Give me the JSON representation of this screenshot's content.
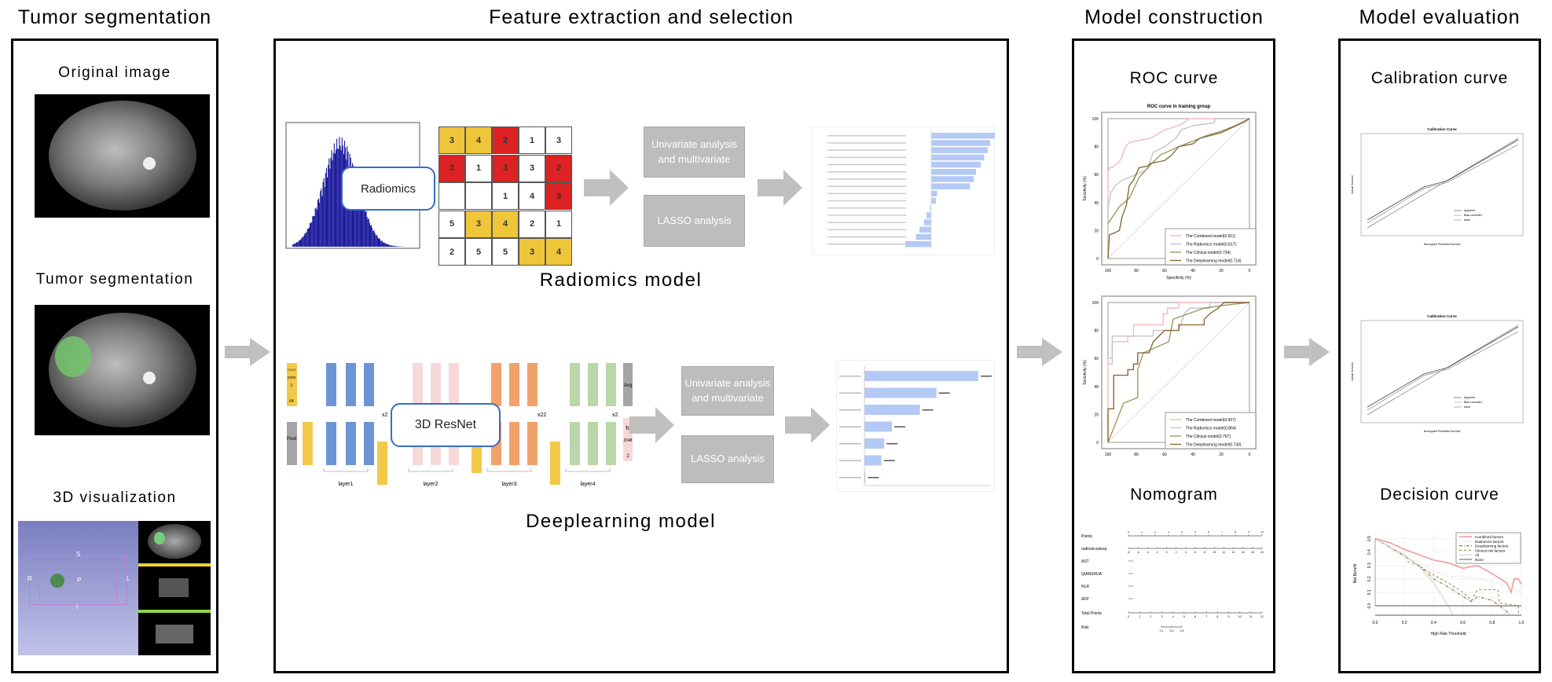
{
  "sections": {
    "segmentation": "Tumor segmentation",
    "features": "Feature extraction and selection",
    "construction": "Model construction",
    "evaluation": "Model evaluation"
  },
  "segmentation_panel": {
    "original": "Original image",
    "segmentation": "Tumor segmentation",
    "visualization": "3D visualization",
    "orientation": {
      "s": "S",
      "r": "R",
      "p": "P",
      "l": "L",
      "i": "I"
    }
  },
  "radiomics": {
    "box_label": "Radiomics",
    "model_label": "Radiomics model",
    "step1": "Univariate analysis and multivariate",
    "step2": "LASSO analysis",
    "grid": [
      [
        "3",
        "4",
        "2",
        "1",
        "3"
      ],
      [
        "3",
        "1",
        "3",
        "3",
        "2"
      ],
      [
        "",
        "",
        "1",
        "4",
        "3"
      ],
      [
        "5",
        "3",
        "4",
        "2",
        "1"
      ],
      [
        "2",
        "5",
        "5",
        "3",
        "4"
      ]
    ],
    "grid_colors": [
      [
        "Y",
        "Y",
        "R",
        "W",
        "W"
      ],
      [
        "R",
        "W",
        "R",
        "W",
        "R"
      ],
      [
        "W",
        "W",
        "W",
        "W",
        "R"
      ],
      [
        "W",
        "Y",
        "Y",
        "W",
        "W"
      ],
      [
        "W",
        "W",
        "W",
        "Y",
        "Y"
      ]
    ],
    "colors": {
      "Y": "#efc53a",
      "R": "#dc2222",
      "W": "#ffffff",
      "hist": "#1a1a9c",
      "bar": "#b4c9f5"
    },
    "coefficients": [
      0.55,
      0.5,
      0.48,
      0.45,
      0.42,
      0.38,
      0.36,
      0.33,
      0.05,
      0.04,
      -0.01,
      -0.04,
      -0.06,
      -0.1,
      -0.13,
      -0.22
    ]
  },
  "deeplearning": {
    "box_label": "3D ResNet",
    "model_label": "Deeplearning model",
    "step1": "Univariate analysis and multivariate",
    "step2": "LASSO analysis",
    "importance": [
      2.07,
      1.31,
      1.01,
      0.5,
      0.36,
      0.31,
      0.02
    ],
    "resnet": {
      "stem": [
        "7x7x7",
        "conv",
        "1",
        "64"
      ],
      "pool": "Pool",
      "avg": "Avg",
      "fc": [
        "fc",
        "2048",
        "2"
      ],
      "repeats": [
        "x2",
        "x22",
        "x2"
      ],
      "layers": [
        "layer1",
        "layer2",
        "layer3",
        "layer4"
      ]
    }
  },
  "construction_panel": {
    "roc_title": "ROC curve",
    "roc_plot_title": "ROC curve in training group",
    "nomogram_title": "Nomogram",
    "xlabel": "Specificity (%)",
    "ylabel": "Sensitivity (%)",
    "x_ticks": [
      "100",
      "80",
      "60",
      "40",
      "20",
      "0"
    ],
    "y_ticks": [
      "0",
      "20",
      "40",
      "60",
      "80",
      "100"
    ],
    "series_colors": [
      "#f8b8b8",
      "#c4c4c4",
      "#9b9a60",
      "#8b6a3a"
    ],
    "roc_train": {
      "legend": [
        "The Combined model(0.911)",
        "The Radiomics model(0.817)",
        "The Clinical model(0.734)",
        "The Deeplearning model(0.714)"
      ],
      "curves": [
        [
          [
            100,
            0
          ],
          [
            100,
            62
          ],
          [
            99,
            65
          ],
          [
            97,
            65
          ],
          [
            95,
            67
          ],
          [
            92,
            69
          ],
          [
            90,
            73
          ],
          [
            88,
            79
          ],
          [
            85,
            83
          ],
          [
            80,
            84
          ],
          [
            70,
            86
          ],
          [
            65,
            89
          ],
          [
            60,
            92
          ],
          [
            50,
            95
          ],
          [
            45,
            98
          ],
          [
            43,
            100
          ],
          [
            0,
            100
          ]
        ],
        [
          [
            100,
            0
          ],
          [
            100,
            37
          ],
          [
            98,
            47
          ],
          [
            95,
            52
          ],
          [
            90,
            56
          ],
          [
            80,
            60
          ],
          [
            72,
            64
          ],
          [
            68,
            76
          ],
          [
            60,
            80
          ],
          [
            52,
            86
          ],
          [
            48,
            92
          ],
          [
            40,
            95
          ],
          [
            25,
            97
          ],
          [
            24,
            100
          ],
          [
            0,
            100
          ]
        ],
        [
          [
            100,
            25
          ],
          [
            92,
            37
          ],
          [
            85,
            43
          ],
          [
            78,
            58
          ],
          [
            70,
            67
          ],
          [
            63,
            74
          ],
          [
            50,
            80
          ],
          [
            40,
            84
          ],
          [
            30,
            88
          ],
          [
            20,
            91
          ],
          [
            10,
            95
          ],
          [
            0,
            100
          ]
        ],
        [
          [
            100,
            0
          ],
          [
            99,
            17
          ],
          [
            96,
            18
          ],
          [
            92,
            20
          ],
          [
            90,
            30
          ],
          [
            87,
            38
          ],
          [
            85,
            52
          ],
          [
            82,
            56
          ],
          [
            78,
            65
          ],
          [
            72,
            66
          ],
          [
            70,
            68
          ],
          [
            60,
            70
          ],
          [
            55,
            74
          ],
          [
            50,
            80
          ],
          [
            40,
            82
          ],
          [
            35,
            86
          ],
          [
            20,
            90
          ],
          [
            5,
            97
          ],
          [
            0,
            100
          ]
        ]
      ]
    },
    "roc_test": {
      "legend": [
        "The Combined model(0.907)",
        "The Radiomics model(0.864)",
        "The Clinical model(0.767)",
        "The Deeplearning model(0.730)"
      ],
      "curves": [
        [
          [
            100,
            0
          ],
          [
            100,
            60
          ],
          [
            97,
            60
          ],
          [
            97,
            72
          ],
          [
            86,
            72
          ],
          [
            86,
            76
          ],
          [
            82,
            76
          ],
          [
            82,
            84
          ],
          [
            61,
            84
          ],
          [
            61,
            92
          ],
          [
            58,
            92
          ],
          [
            58,
            96
          ],
          [
            50,
            96
          ],
          [
            50,
            100
          ],
          [
            0,
            100
          ]
        ],
        [
          [
            100,
            56
          ],
          [
            97,
            56
          ],
          [
            97,
            76
          ],
          [
            68,
            76
          ],
          [
            68,
            80
          ],
          [
            50,
            80
          ],
          [
            46,
            92
          ],
          [
            42,
            96
          ],
          [
            28,
            96
          ],
          [
            28,
            100
          ],
          [
            0,
            100
          ]
        ],
        [
          [
            100,
            0
          ],
          [
            89,
            28
          ],
          [
            79,
            32
          ],
          [
            79,
            52
          ],
          [
            75,
            64
          ],
          [
            57,
            72
          ],
          [
            54,
            88
          ],
          [
            32,
            96
          ],
          [
            18,
            98
          ],
          [
            0,
            100
          ]
        ],
        [
          [
            100,
            0
          ],
          [
            100,
            24
          ],
          [
            96,
            24
          ],
          [
            96,
            48
          ],
          [
            86,
            48
          ],
          [
            86,
            52
          ],
          [
            82,
            52
          ],
          [
            82,
            56
          ],
          [
            79,
            56
          ],
          [
            79,
            64
          ],
          [
            71,
            64
          ],
          [
            68,
            72
          ],
          [
            64,
            76
          ],
          [
            60,
            80
          ],
          [
            50,
            80
          ],
          [
            50,
            84
          ],
          [
            32,
            84
          ],
          [
            32,
            88
          ],
          [
            28,
            92
          ],
          [
            22,
            96
          ],
          [
            18,
            100
          ],
          [
            0,
            100
          ]
        ]
      ]
    },
    "nomogram": {
      "rows": [
        "Points",
        "radiomicsdeep",
        "AST",
        "QIANSHUA",
        "NLR",
        "AFP",
        "Total Points",
        "Risk"
      ],
      "points_ticks": [
        "0",
        "1",
        "2",
        "3",
        "4",
        "5",
        "6",
        "7",
        "8",
        "9",
        "10"
      ],
      "radiomicsdeep_ticks": [
        "-8",
        "-6",
        "-4",
        "-2",
        "0",
        "2",
        "4",
        "6",
        "8",
        "10",
        "12",
        "14",
        "16",
        "18",
        "20"
      ],
      "total_ticks": [
        "0",
        "1",
        "2",
        "3",
        "4",
        "5",
        "6",
        "7",
        "8",
        "9",
        "10",
        "11",
        "12"
      ],
      "risk_ticks": [
        "0.1",
        "0.3",
        "0.5"
      ]
    }
  },
  "evaluation_panel": {
    "calibration_title": "Calibration curve",
    "decision_title": "Decision curve",
    "calibration_plot_title": "Calibration Curve",
    "calibration_legend": [
      "Apparent",
      "Bias-corrected",
      "Ideal"
    ],
    "calibration_xlabel": "Nomogram Predicted Survival",
    "calibration_ylabel": "Actual Survival",
    "decision": {
      "xlabel": "High Risk Threshold",
      "ylabel": "Net Benefit",
      "x_ticks": [
        "0.0",
        "0.2",
        "0.4",
        "0.6",
        "0.8",
        "1.0"
      ],
      "y_ticks": [
        "0.0",
        "0.1",
        "0.2",
        "0.3",
        "0.4",
        "0.5"
      ],
      "legend": [
        "Combined factors",
        "Radiomics factors",
        "Deeplearning factors",
        "Clinical risk factors",
        "All",
        "None"
      ],
      "colors": [
        "#f59a9a",
        "#c8c8c8",
        "#9b7a45",
        "#9b9a60",
        "#d0d0d0",
        "#777777"
      ],
      "curves": [
        [
          [
            0,
            0.5
          ],
          [
            0.1,
            0.47
          ],
          [
            0.2,
            0.42
          ],
          [
            0.3,
            0.38
          ],
          [
            0.4,
            0.34
          ],
          [
            0.5,
            0.32
          ],
          [
            0.6,
            0.28
          ],
          [
            0.7,
            0.3
          ],
          [
            0.8,
            0.24
          ],
          [
            0.9,
            0.17
          ],
          [
            0.93,
            0.1
          ],
          [
            0.95,
            0.2
          ],
          [
            0.98,
            0.2
          ],
          [
            1,
            0.16
          ]
        ],
        [
          [
            0.2,
            0.35
          ],
          [
            0.3,
            0.33
          ],
          [
            0.4,
            0.26
          ],
          [
            0.5,
            0.22
          ],
          [
            0.6,
            0.22
          ],
          [
            0.7,
            0.2
          ],
          [
            0.8,
            0.18
          ],
          [
            0.9,
            0.15
          ],
          [
            1,
            0.1
          ]
        ],
        [
          [
            0,
            0.5
          ],
          [
            0.2,
            0.37
          ],
          [
            0.3,
            0.3
          ],
          [
            0.4,
            0.2
          ],
          [
            0.5,
            0.14
          ],
          [
            0.6,
            0.07
          ],
          [
            0.66,
            0.03
          ],
          [
            0.7,
            0.07
          ],
          [
            0.8,
            0.04
          ],
          [
            0.85,
            0.0
          ],
          [
            0.92,
            -0.06
          ]
        ],
        [
          [
            0.22,
            0.33
          ],
          [
            0.3,
            0.3
          ],
          [
            0.4,
            0.23
          ],
          [
            0.5,
            0.17
          ],
          [
            0.6,
            0.1
          ],
          [
            0.66,
            0.04
          ],
          [
            0.7,
            0.12
          ],
          [
            0.84,
            0.12
          ],
          [
            0.85,
            0.02
          ],
          [
            0.98,
            0.0
          ],
          [
            0.98,
            -0.06
          ]
        ],
        [
          [
            0,
            0.5
          ],
          [
            0.1,
            0.44
          ],
          [
            0.2,
            0.38
          ],
          [
            0.3,
            0.29
          ],
          [
            0.4,
            0.17
          ],
          [
            0.5,
            0.0
          ],
          [
            0.53,
            -0.07
          ]
        ],
        [
          [
            0,
            0
          ],
          [
            1,
            0
          ]
        ]
      ]
    }
  }
}
